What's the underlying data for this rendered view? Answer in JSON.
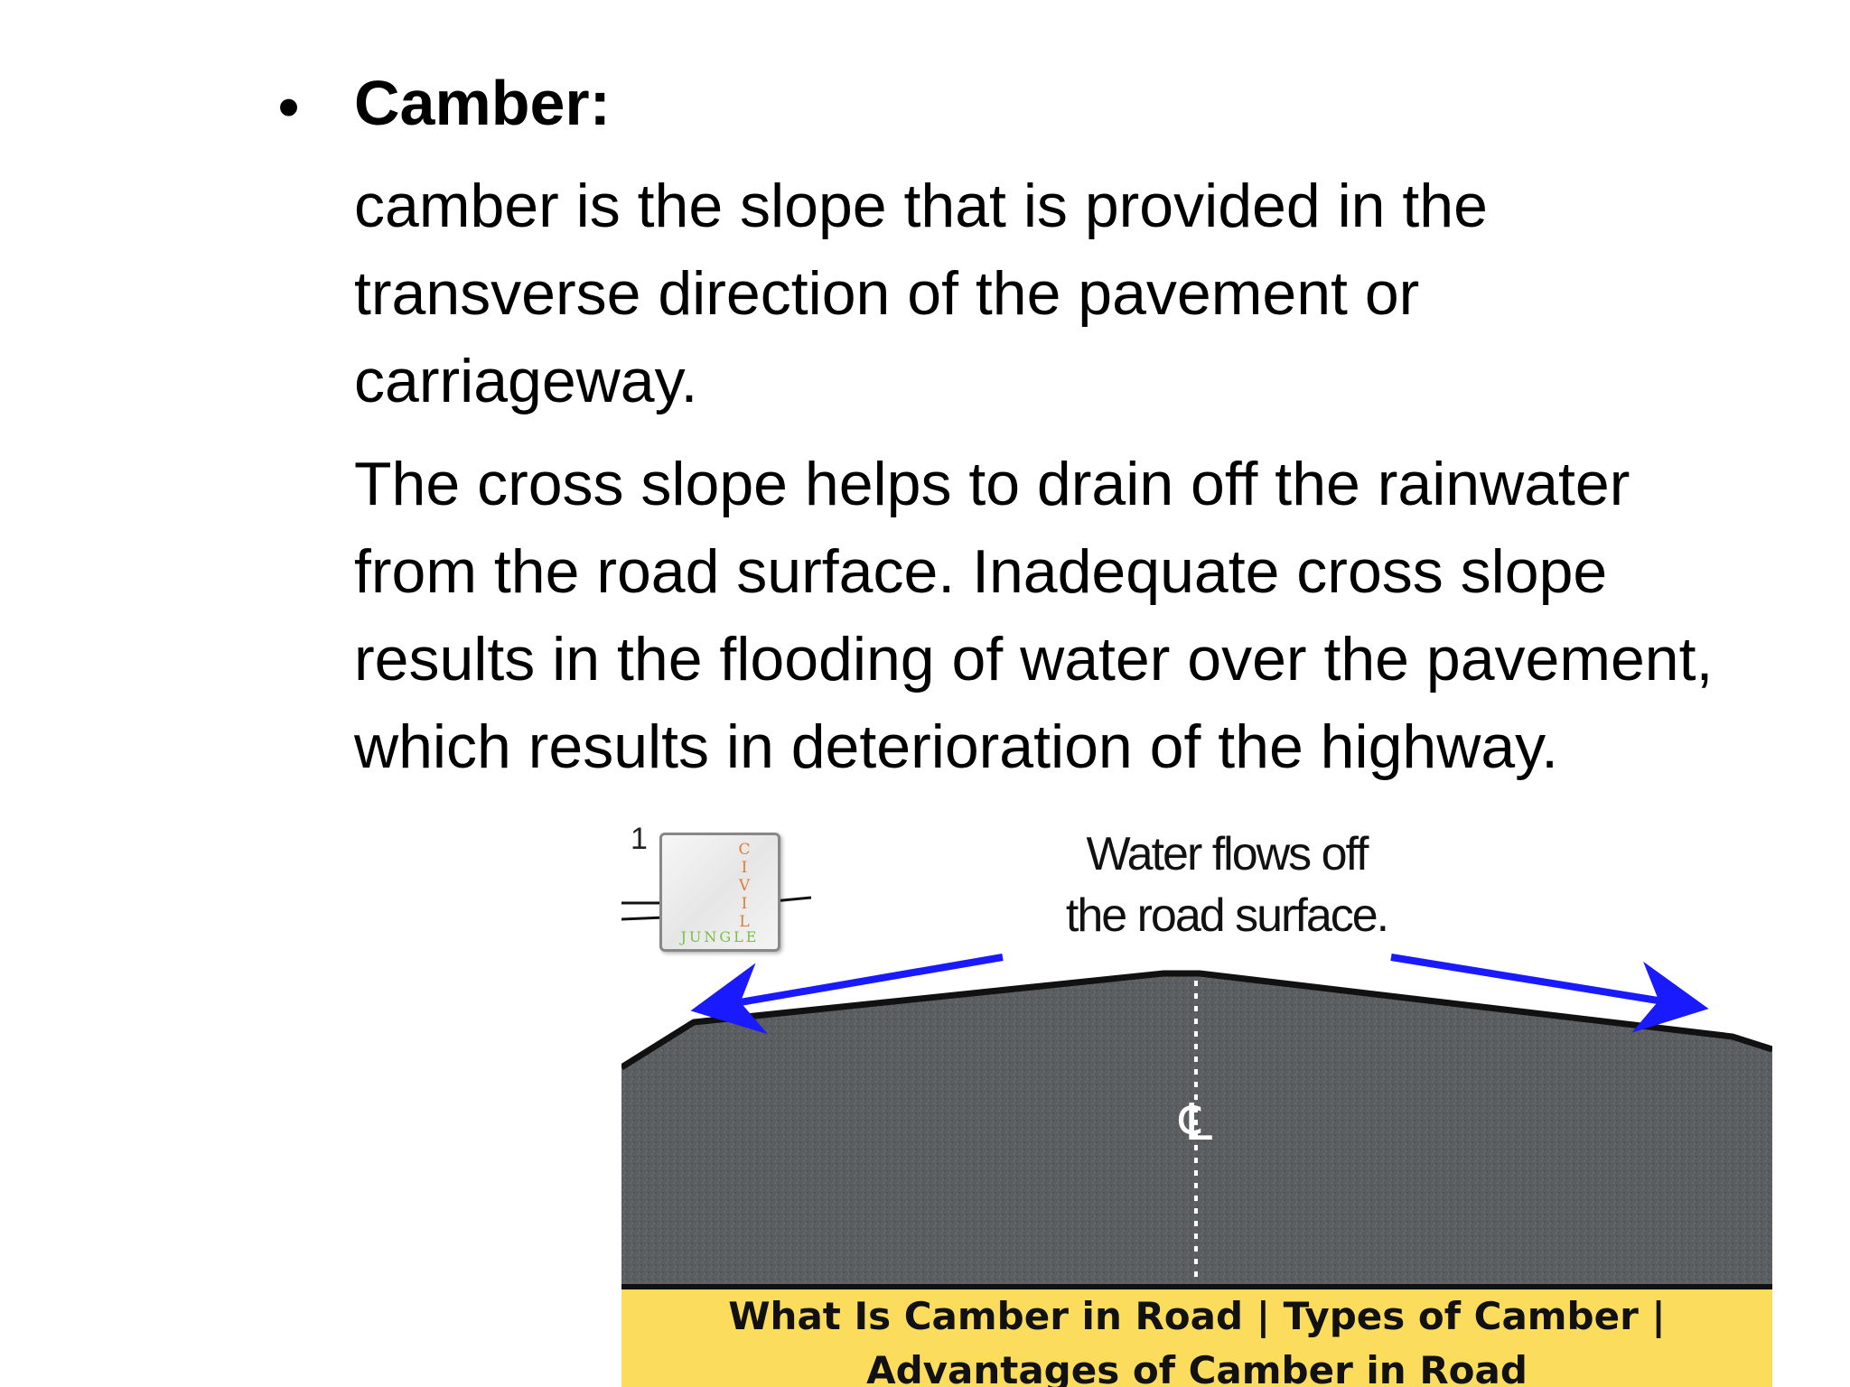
{
  "slide": {
    "bullet": "•",
    "heading": "Camber:",
    "paragraph_1": "camber is the slope that is provided in the transverse direction of the pavement or carriageway.",
    "paragraph_2": "The cross slope helps to drain off the rainwater from the road surface. Inadequate cross slope results in the flooding of water over the pavement, which results in deterioration of the highway."
  },
  "figure": {
    "caption_line_1": "Water flows off",
    "caption_line_2": "the road surface.",
    "centerline_symbol": "℄",
    "side_label": "1",
    "logo": {
      "letters": [
        "C",
        "I",
        "V",
        "I",
        "L"
      ],
      "bottom_text": "JUNGLE"
    },
    "banner_line_1": "What Is Camber in Road |  Types of Camber |",
    "banner_line_2": "Advantages of Camber in Road",
    "colors": {
      "arrow": "#1a1aff",
      "road": "#5a5d5f",
      "banner": "#fbdc5c"
    }
  }
}
